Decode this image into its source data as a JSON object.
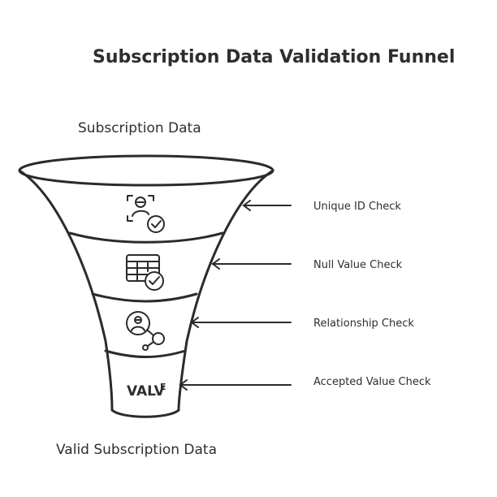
{
  "title": "Subscription Data Validation Funnel",
  "input_label": "Subscription Data",
  "output_label": "Valid Subscription Data",
  "stages": [
    {
      "label": "Unique ID Check",
      "icon": "user-id-check-icon"
    },
    {
      "label": "Null Value Check",
      "icon": "table-check-icon"
    },
    {
      "label": "Relationship Check",
      "icon": "user-connection-icon"
    },
    {
      "label": "Accepted Value Check",
      "icon": "valve-text-icon",
      "icon_text": "VALV",
      "icon_text_sup": "E"
    }
  ],
  "colors": {
    "ink": "#2b2b2b",
    "background": "#ffffff"
  }
}
